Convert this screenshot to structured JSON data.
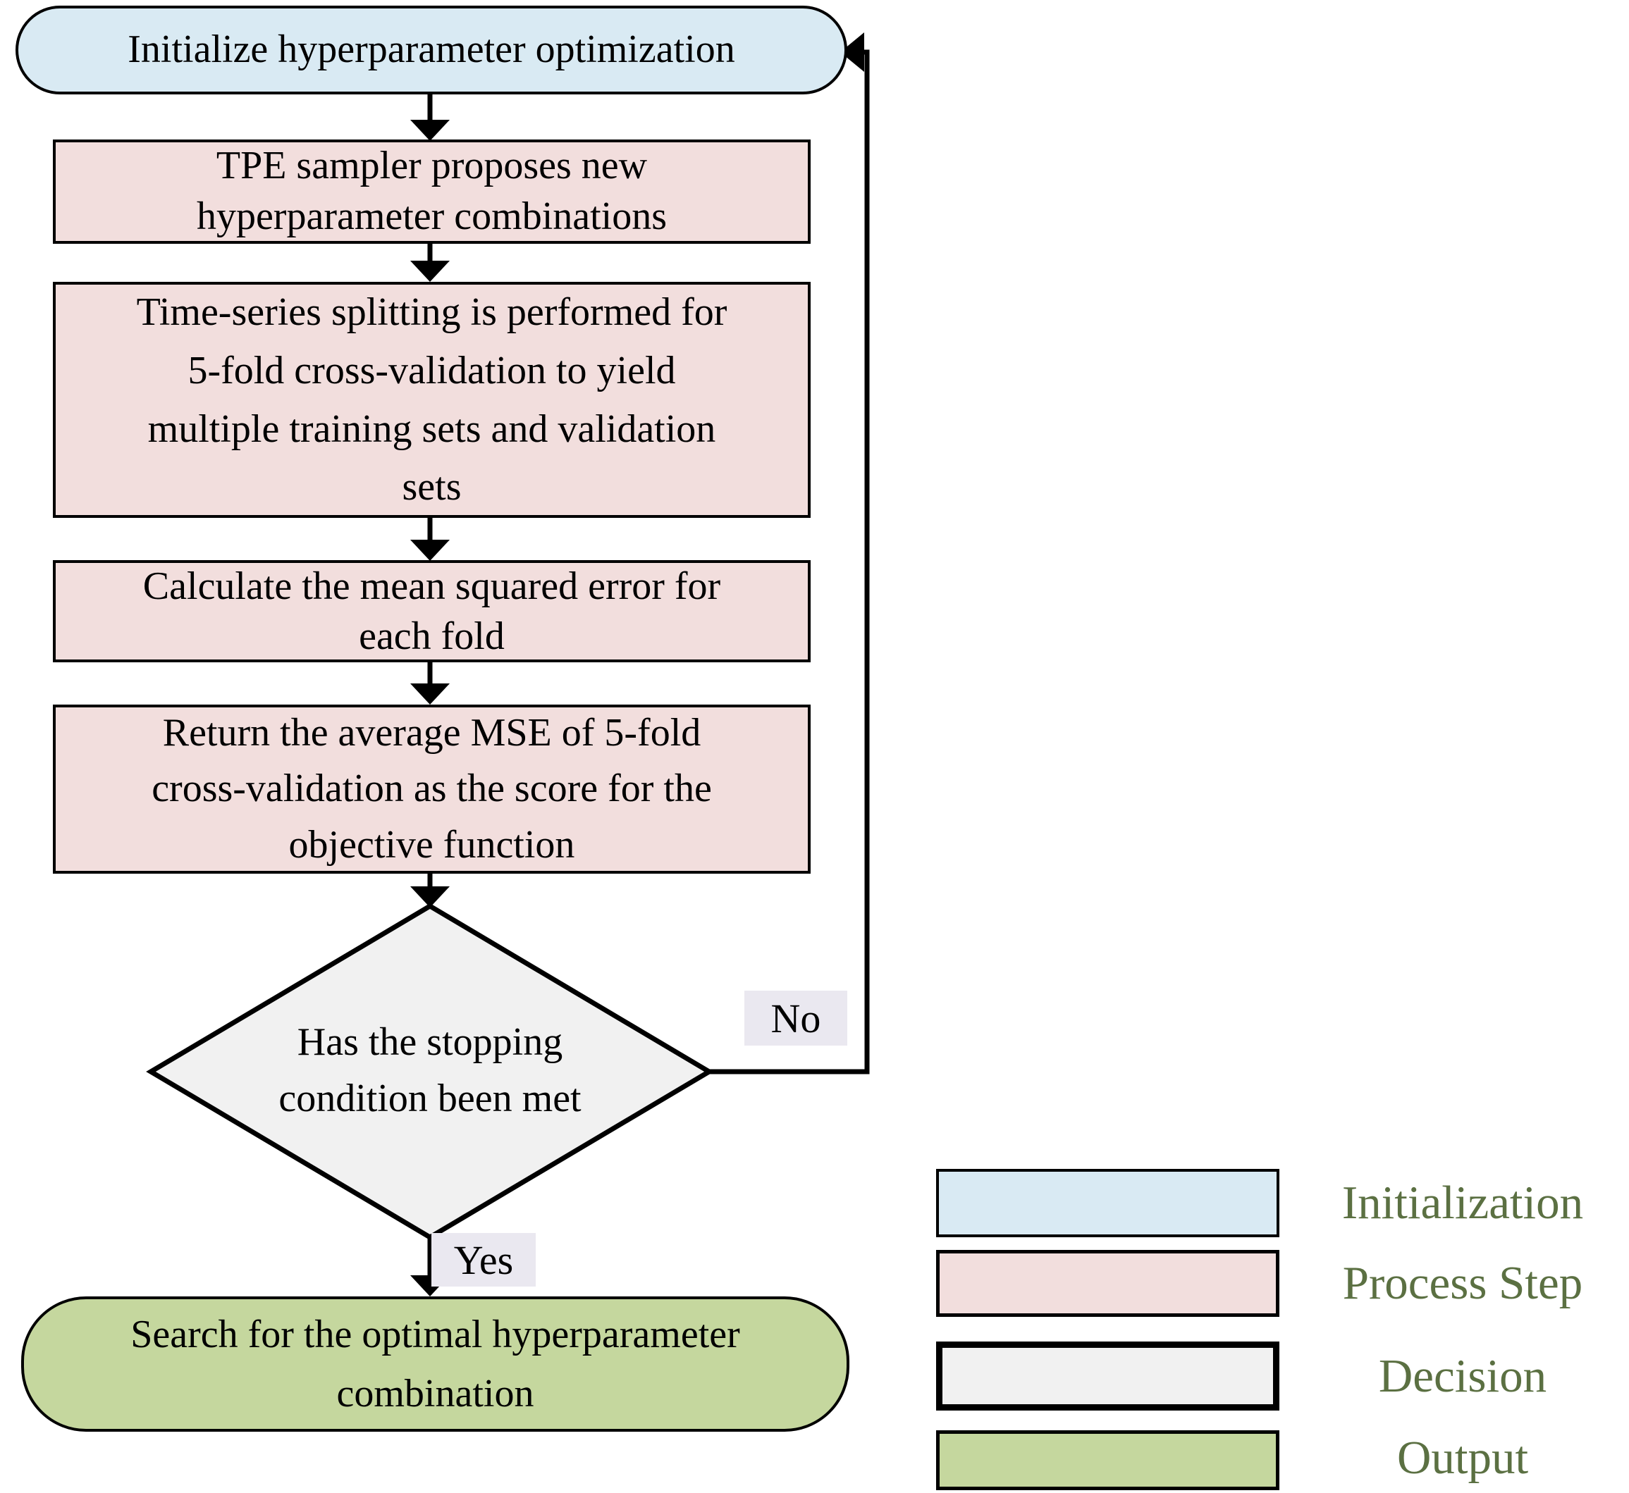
{
  "flowchart": {
    "nodes": {
      "init": {
        "label": "Initialize hyperparameter optimization",
        "type": "initialization"
      },
      "step1": {
        "label": "TPE sampler proposes new\nhyperparameter combinations",
        "type": "process"
      },
      "step2": {
        "label": "Time-series splitting is performed for\n5-fold cross-validation to yield\nmultiple training sets and validation\nsets",
        "type": "process"
      },
      "step3": {
        "label": "Calculate the mean squared error for\neach fold",
        "type": "process"
      },
      "step4": {
        "label": "Return the average MSE of 5-fold\ncross-validation as the score for the\nobjective function",
        "type": "process"
      },
      "decision": {
        "label": "Has the stopping\ncondition been met",
        "type": "decision"
      },
      "output": {
        "label": "Search for the optimal hyperparameter\ncombination",
        "type": "output"
      }
    },
    "edge_labels": {
      "no": "No",
      "yes": "Yes"
    }
  },
  "legend": {
    "items": [
      {
        "label": "Initialization",
        "color": "#d9eaf3"
      },
      {
        "label": "Process Step",
        "color": "#f2dedd"
      },
      {
        "label": "Decision",
        "color": "#f1f1f1"
      },
      {
        "label": "Output",
        "color": "#c5d79e"
      }
    ]
  },
  "colors": {
    "line": "#000000",
    "edge_label_background": "#eae8f0",
    "legend_text": "#5b7042"
  }
}
